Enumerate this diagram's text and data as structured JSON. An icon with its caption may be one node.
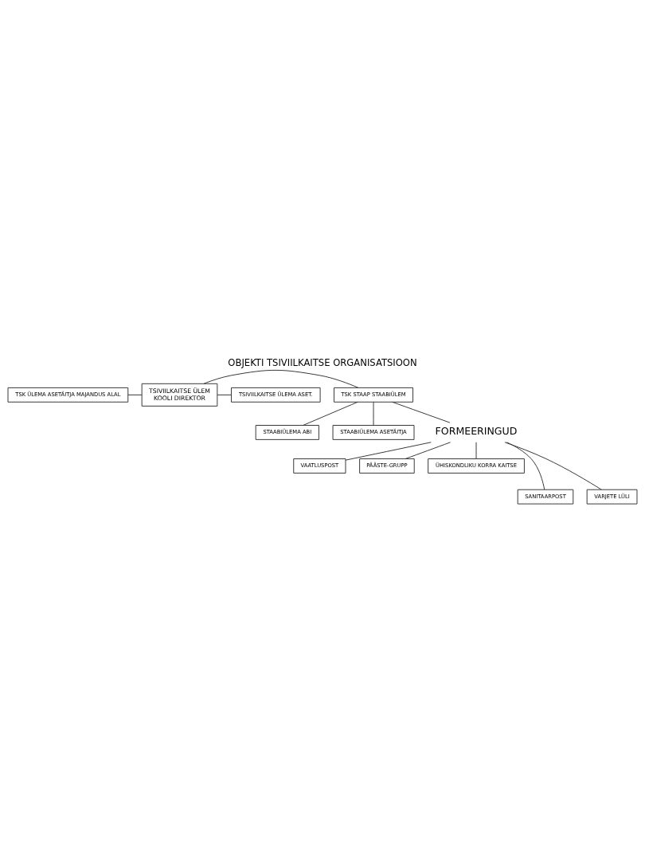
{
  "diagram": {
    "title": "OBJEKTI TSIVIILKAITSE ORGANISATSIOON",
    "nodes": [
      {
        "text": [
          "TSK ÜLEMA ASETÄITJA MAJANDUS ALAL"
        ]
      },
      {
        "text": [
          "TSIVIILKAITSE ÜLEM",
          "KOOLI DIREKTOR"
        ]
      },
      {
        "text": [
          "TSIVIILKAITSE ÜLEMA ASET."
        ]
      },
      {
        "text": [
          "TSK STAAP STAABIÜLEM"
        ]
      },
      {
        "text": [
          "STAABIÜLEMA ABI"
        ]
      },
      {
        "text": [
          "STAABIÜLEMA ASETÄITJA"
        ]
      },
      {
        "text": [
          "FORMEERINGUD"
        ]
      },
      {
        "text": [
          "VAATLUSPOST"
        ]
      },
      {
        "text": [
          "PÄÄSTE-GRUPP"
        ]
      },
      {
        "text": [
          "ÜHISKONDLIKU KORRA KAITSE"
        ]
      },
      {
        "text": [
          "SANITAARPOST"
        ]
      },
      {
        "text": [
          "VARJETE LÜLI"
        ]
      }
    ],
    "edges": [
      {
        "from": 1,
        "to": 0,
        "arrow": "none"
      },
      {
        "from": 1,
        "to": 2,
        "arrow": "none"
      },
      {
        "from": 1,
        "to": 3,
        "arrow": "none"
      },
      {
        "from": 3,
        "to": 4,
        "arrow": "none"
      },
      {
        "from": 3,
        "to": 5,
        "arrow": "none"
      },
      {
        "from": 3,
        "to": 6,
        "arrow": "none"
      },
      {
        "from": 6,
        "to": 7,
        "arrow": "none"
      },
      {
        "from": 6,
        "to": 8,
        "arrow": "none"
      },
      {
        "from": 6,
        "to": 9,
        "arrow": "none"
      },
      {
        "from": 6,
        "to": 10,
        "arrow": "none"
      },
      {
        "from": 6,
        "to": 11,
        "arrow": "none"
      }
    ]
  }
}
